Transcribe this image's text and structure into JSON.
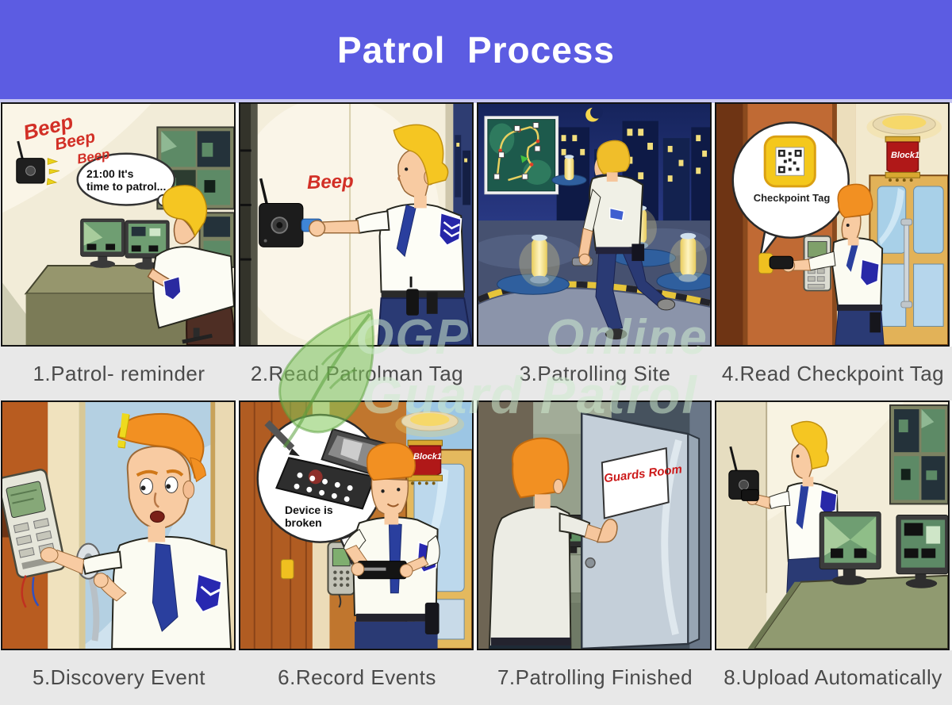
{
  "header": {
    "title": "Patrol  Process"
  },
  "watermark": {
    "line1": "OGP  Online",
    "line2": "Guard Patrol"
  },
  "panels": [
    {
      "caption": "1.Patrol- reminder",
      "sfx1": "Beep",
      "sfx2": "Beep",
      "sfx3": "Beep",
      "bubble_line1": "21:00 It's",
      "bubble_line2": "time to patrol..."
    },
    {
      "caption": "2.Read Patrolman Tag",
      "sfx1": "Beep"
    },
    {
      "caption": "3.Patrolling Site"
    },
    {
      "caption": "4.Read Checkpoint Tag",
      "sign": "Block1",
      "callout_label": "Checkpoint Tag"
    },
    {
      "caption": "5.Discovery Event",
      "exclamation": "!"
    },
    {
      "caption": "6.Record Events",
      "sign": "Block1",
      "bubble_line1": "Device is",
      "bubble_line2": "broken"
    },
    {
      "caption": "7.Patrolling Finished",
      "door_sign": "Guards Room"
    },
    {
      "caption": "8.Upload Automatically"
    }
  ],
  "colors": {
    "header_bg": "#5c5ce2",
    "beep_red": "#d22f26",
    "caption_band": "#e8e8e8",
    "sign_red": "#b01818",
    "watermark_green": "#cde9cd"
  }
}
